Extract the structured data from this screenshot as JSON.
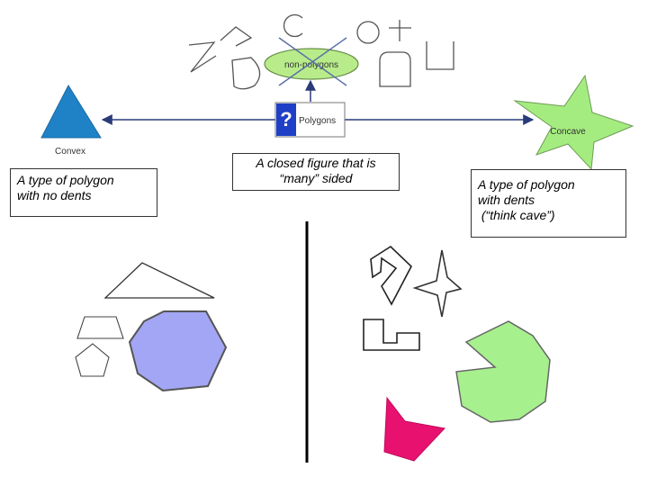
{
  "diagram": {
    "nodes": {
      "non_polygons": "non-polygons",
      "polygons": "Polygons",
      "convex": "Convex",
      "concave": "Concave",
      "help_mark": "?"
    },
    "definitions": {
      "convex": [
        "A type of polygon",
        "with no dents"
      ],
      "polygon": [
        "A closed figure that is",
        "“many” sided"
      ],
      "concave": [
        "A type of polygon",
        "with dents",
        " (“think cave”)"
      ]
    }
  },
  "colors": {
    "convex_triangle": "#1f82c6",
    "non_polygons_ellipse": "#b8ec8a",
    "concave_star": "#a4ec80",
    "polygons_blue": "#1f3fc7",
    "octagon": "#a3a6f4",
    "concave_polygon": "#a6f08e",
    "magenta_shape": "#e8116f",
    "divider": "#000000"
  }
}
